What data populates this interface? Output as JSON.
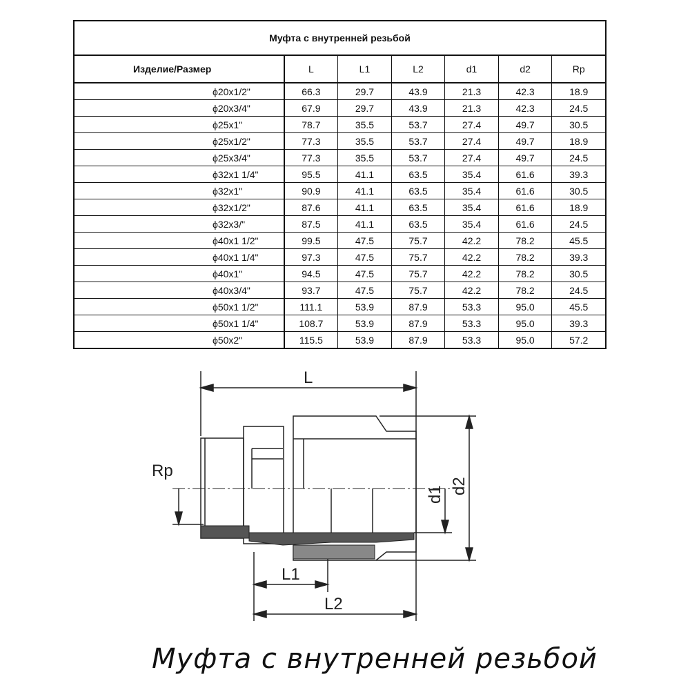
{
  "table": {
    "title": "Муфта с внутренней резьбой",
    "headers": [
      "Изделие/Размер",
      "L",
      "L1",
      "L2",
      "d1",
      "d2",
      "Rp"
    ],
    "rows": [
      [
        "ϕ20x1/2\"",
        "66.3",
        "29.7",
        "43.9",
        "21.3",
        "42.3",
        "18.9"
      ],
      [
        "ϕ20x3/4\"",
        "67.9",
        "29.7",
        "43.9",
        "21.3",
        "42.3",
        "24.5"
      ],
      [
        "ϕ25x1\"",
        "78.7",
        "35.5",
        "53.7",
        "27.4",
        "49.7",
        "30.5"
      ],
      [
        "ϕ25x1/2\"",
        "77.3",
        "35.5",
        "53.7",
        "27.4",
        "49.7",
        "18.9"
      ],
      [
        "ϕ25x3/4\"",
        "77.3",
        "35.5",
        "53.7",
        "27.4",
        "49.7",
        "24.5"
      ],
      [
        "ϕ32x1 1/4\"",
        "95.5",
        "41.1",
        "63.5",
        "35.4",
        "61.6",
        "39.3"
      ],
      [
        "ϕ32x1\"",
        "90.9",
        "41.1",
        "63.5",
        "35.4",
        "61.6",
        "30.5"
      ],
      [
        "ϕ32x1/2\"",
        "87.6",
        "41.1",
        "63.5",
        "35.4",
        "61.6",
        "18.9"
      ],
      [
        "ϕ32x3/\"",
        "87.5",
        "41.1",
        "63.5",
        "35.4",
        "61.6",
        "24.5"
      ],
      [
        "ϕ40x1 1/2\"",
        "99.5",
        "47.5",
        "75.7",
        "42.2",
        "78.2",
        "45.5"
      ],
      [
        "ϕ40x1 1/4\"",
        "97.3",
        "47.5",
        "75.7",
        "42.2",
        "78.2",
        "39.3"
      ],
      [
        "ϕ40x1\"",
        "94.5",
        "47.5",
        "75.7",
        "42.2",
        "78.2",
        "30.5"
      ],
      [
        "ϕ40x3/4\"",
        "93.7",
        "47.5",
        "75.7",
        "42.2",
        "78.2",
        "24.5"
      ],
      [
        "ϕ50x1 1/2\"",
        "111.1",
        "53.9",
        "87.9",
        "53.3",
        "95.0",
        "45.5"
      ],
      [
        "ϕ50x1 1/4\"",
        "108.7",
        "53.9",
        "87.9",
        "53.3",
        "95.0",
        "39.3"
      ],
      [
        "ϕ50x2\"",
        "115.5",
        "53.9",
        "87.9",
        "53.3",
        "95.0",
        "57.2"
      ]
    ]
  },
  "drawing": {
    "labels": {
      "L": "L",
      "Rp": "Rp",
      "L1": "L1",
      "L2": "L2",
      "d1": "d1",
      "d2": "d2"
    },
    "caption": "Муфта с внутренней резьбой"
  }
}
